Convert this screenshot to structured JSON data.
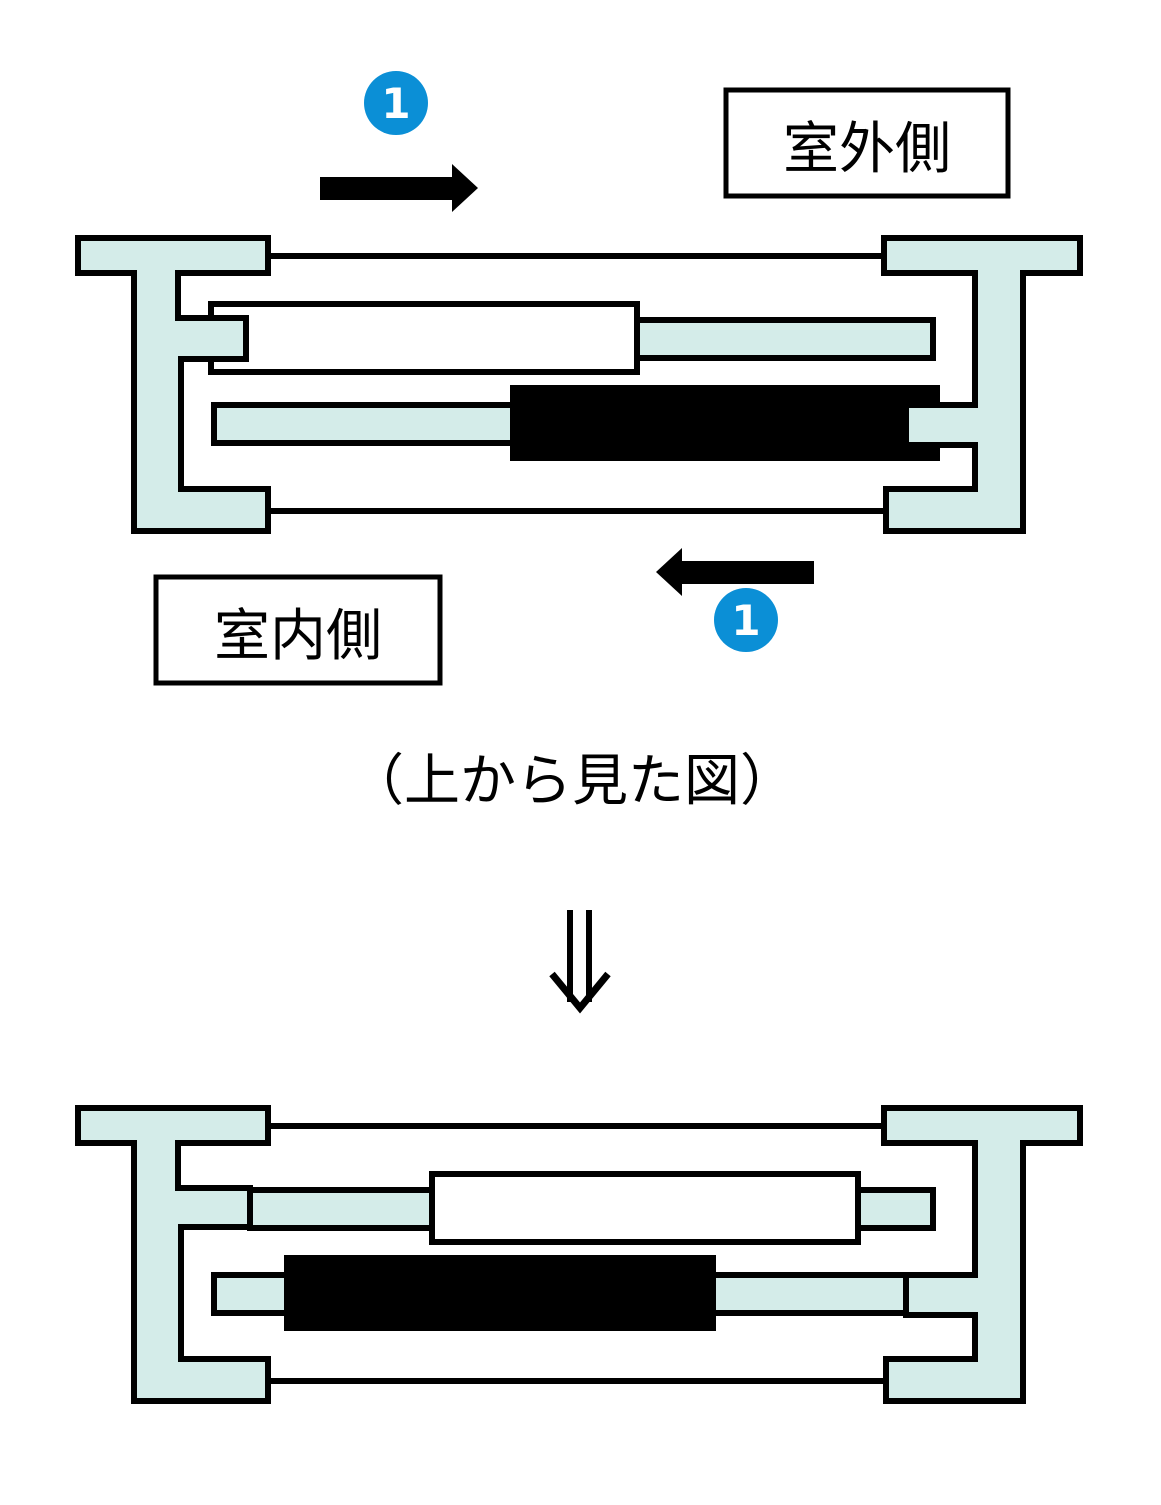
{
  "labels": {
    "outdoor": "室外側",
    "indoor": "室内側",
    "caption": "（上から見た図）",
    "step_number": "1",
    "transition_arrow": "⇓"
  },
  "colors": {
    "frame_fill": "#d4ece9",
    "outline": "#000000",
    "badge": "#0b8fd6",
    "sash_dark": "#000000",
    "sash_light": "#ffffff"
  },
  "diagram": {
    "before": {
      "description": "Sliding window top view before operation",
      "outer_sash": "white, shifted left",
      "inner_sash": "black, shifted right"
    },
    "after": {
      "description": "Sliding window top view after operation",
      "outer_sash": "white, moved toward center-right",
      "inner_sash": "black, moved toward center-left"
    },
    "arrows": [
      {
        "direction": "right",
        "badge": "1"
      },
      {
        "direction": "left",
        "badge": "1"
      }
    ]
  }
}
